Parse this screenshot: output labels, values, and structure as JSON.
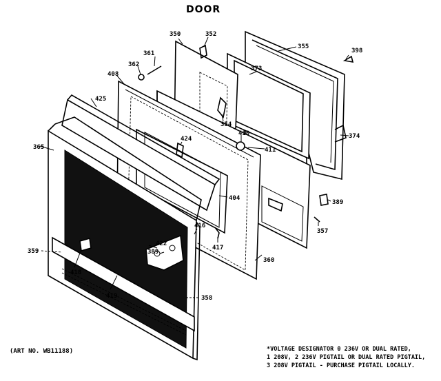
{
  "title": "DOOR",
  "art_number": "(ART NO. WB11188)",
  "notes": [
    "*VOLTAGE DESIGNATOR 0 236V OR DUAL RATED,",
    "1 208V, 2 236V PIGTAIL OR DUAL RATED PIGTAIL,",
    "3 208V PIGTAIL - PURCHASE PIGTAIL LOCALLY."
  ],
  "parts": {
    "p350": "350",
    "p352": "352",
    "p355": "355",
    "p398": "398",
    "p361": "361",
    "p362": "362",
    "p373": "373",
    "p408": "408",
    "p425": "425",
    "p354": "354",
    "p374": "374",
    "p410": "410",
    "p411": "411",
    "p365": "365",
    "p424": "424",
    "p404": "404",
    "p389": "389",
    "p357": "357",
    "p416": "416",
    "p422": "422",
    "p389b": "389",
    "p417": "417",
    "p359": "359",
    "p360": "360",
    "p418": "418",
    "p419": "419",
    "p358": "358"
  }
}
